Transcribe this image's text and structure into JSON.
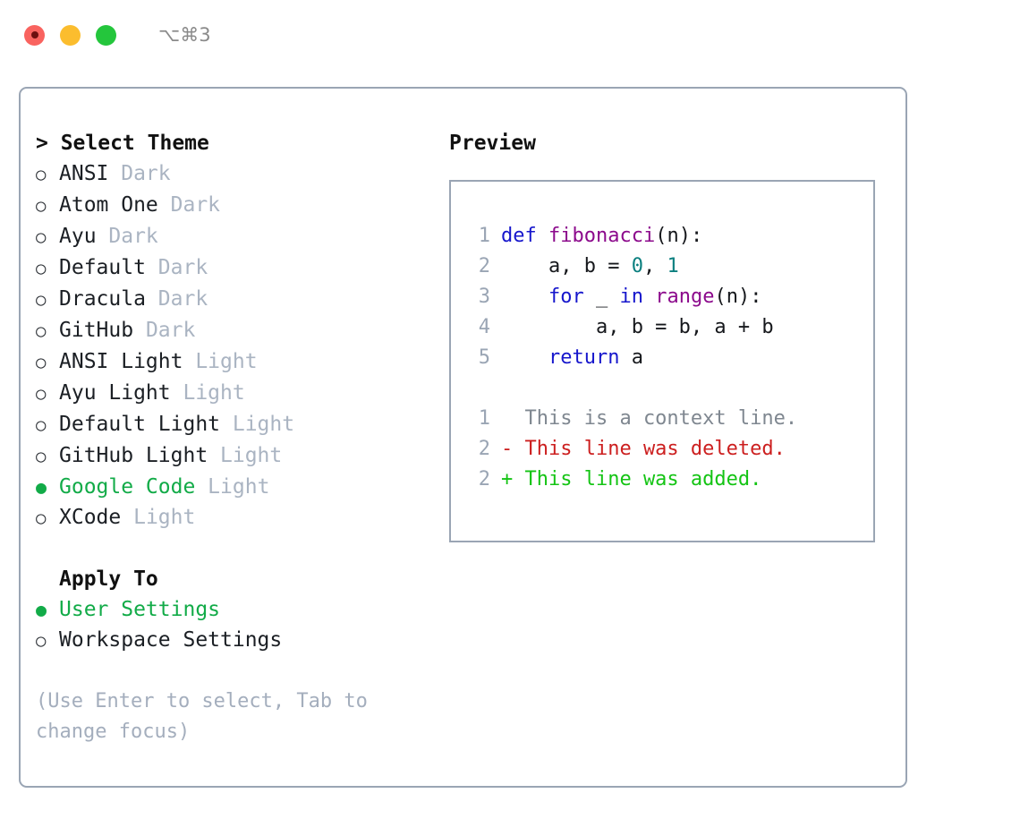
{
  "titlebar": {
    "shortcut": "⌥⌘3",
    "buttons": [
      {
        "name": "close",
        "color": "#f9635f"
      },
      {
        "name": "minimize",
        "color": "#fbbd2e"
      },
      {
        "name": "maximize",
        "color": "#24c63c"
      }
    ]
  },
  "theme_picker": {
    "header": "> Select Theme",
    "marker_unselected": "○",
    "marker_selected": "●",
    "items": [
      {
        "name": "ANSI",
        "category": "Dark",
        "selected": false
      },
      {
        "name": "Atom One",
        "category": "Dark",
        "selected": false
      },
      {
        "name": "Ayu",
        "category": "Dark",
        "selected": false
      },
      {
        "name": "Default",
        "category": "Dark",
        "selected": false
      },
      {
        "name": "Dracula",
        "category": "Dark",
        "selected": false
      },
      {
        "name": "GitHub",
        "category": "Dark",
        "selected": false
      },
      {
        "name": "ANSI Light",
        "category": "Light",
        "selected": false
      },
      {
        "name": "Ayu Light",
        "category": "Light",
        "selected": false
      },
      {
        "name": "Default Light",
        "category": "Light",
        "selected": false
      },
      {
        "name": "GitHub Light",
        "category": "Light",
        "selected": false
      },
      {
        "name": "Google Code",
        "category": "Light",
        "selected": true
      },
      {
        "name": "XCode",
        "category": "Light",
        "selected": false
      }
    ]
  },
  "apply_to": {
    "header": "Apply To",
    "items": [
      {
        "name": "User Settings",
        "selected": true
      },
      {
        "name": "Workspace Settings",
        "selected": false
      }
    ]
  },
  "hint": "(Use Enter to select, Tab to change focus)",
  "preview": {
    "title": "Preview",
    "code_lines": [
      {
        "no": "1",
        "tokens": [
          {
            "t": "def ",
            "c": "kw"
          },
          {
            "t": "fibonacci",
            "c": "fn"
          },
          {
            "t": "(n):",
            "c": "pln"
          }
        ]
      },
      {
        "no": "2",
        "tokens": [
          {
            "t": "    a, b = ",
            "c": "pln"
          },
          {
            "t": "0",
            "c": "num"
          },
          {
            "t": ", ",
            "c": "pln"
          },
          {
            "t": "1",
            "c": "num"
          }
        ]
      },
      {
        "no": "3",
        "tokens": [
          {
            "t": "    ",
            "c": "pln"
          },
          {
            "t": "for",
            "c": "kw"
          },
          {
            "t": " _ ",
            "c": "pln"
          },
          {
            "t": "in",
            "c": "kw"
          },
          {
            "t": " ",
            "c": "pln"
          },
          {
            "t": "range",
            "c": "fn"
          },
          {
            "t": "(n):",
            "c": "pln"
          }
        ]
      },
      {
        "no": "4",
        "tokens": [
          {
            "t": "        a, b = b, a + b",
            "c": "pln"
          }
        ]
      },
      {
        "no": "5",
        "tokens": [
          {
            "t": "    ",
            "c": "pln"
          },
          {
            "t": "return",
            "c": "kw"
          },
          {
            "t": " a",
            "c": "pln"
          }
        ]
      }
    ],
    "diff_lines": [
      {
        "no": "1",
        "tokens": [
          {
            "t": "  This is a context line.",
            "c": "ctx"
          }
        ]
      },
      {
        "no": "2",
        "tokens": [
          {
            "t": "- This line was deleted.",
            "c": "del"
          }
        ]
      },
      {
        "no": "2",
        "tokens": [
          {
            "t": "+ This line was added.",
            "c": "add"
          }
        ]
      }
    ]
  },
  "colors": {
    "border": "#9aa5b4",
    "accent_green": "#12ab48",
    "keyword": "#1616cc",
    "function": "#8c0a8c",
    "number": "#0b7f7f",
    "plain": "#16181c",
    "context": "#7f8790",
    "deleted": "#cc1f1f",
    "added": "#14c414",
    "muted": "#aab4c2"
  }
}
